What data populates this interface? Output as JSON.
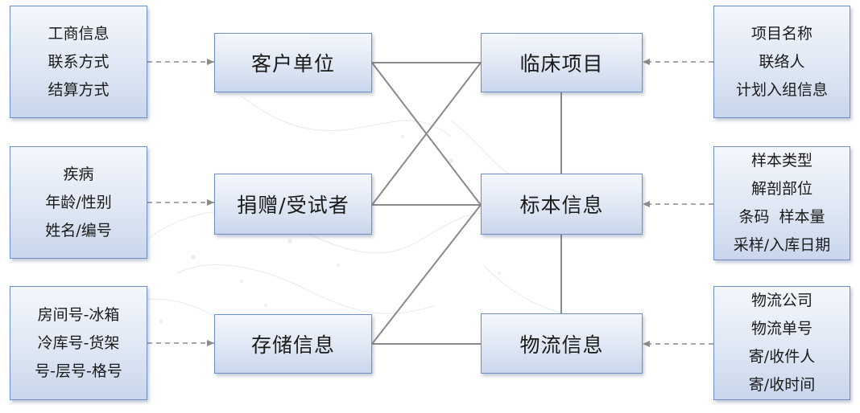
{
  "entities": {
    "customer_unit": "客户单位",
    "donor_subject": "捐赠/受试者",
    "storage_info": "存储信息",
    "clinical_project": "临床项目",
    "sample_info": "标本信息",
    "logistics_info": "物流信息"
  },
  "attributes": {
    "customer_unit": [
      "工商信息",
      "联系方式",
      "结算方式"
    ],
    "donor_subject": [
      "疾病",
      "年龄/性别",
      "姓名/编号"
    ],
    "storage_info": [
      "房间号-冰箱",
      "冷库号-货架",
      "号-层号-格号"
    ],
    "clinical_project": [
      "项目名称",
      "联络人",
      "计划入组信息"
    ],
    "sample_info": [
      "样本类型",
      "解剖部位",
      "条码  样本量",
      "采样/入库日期"
    ],
    "logistics_info": [
      "物流公司",
      "物流单号",
      "寄/收件人",
      "寄/收时间"
    ]
  },
  "colors": {
    "box_border": "#6f8fc4",
    "box_fill_top": "#f4f7fc",
    "box_fill_bottom": "#c9d6ec",
    "connector": "#8a8a8a",
    "arrow": "#8a8a8a"
  }
}
